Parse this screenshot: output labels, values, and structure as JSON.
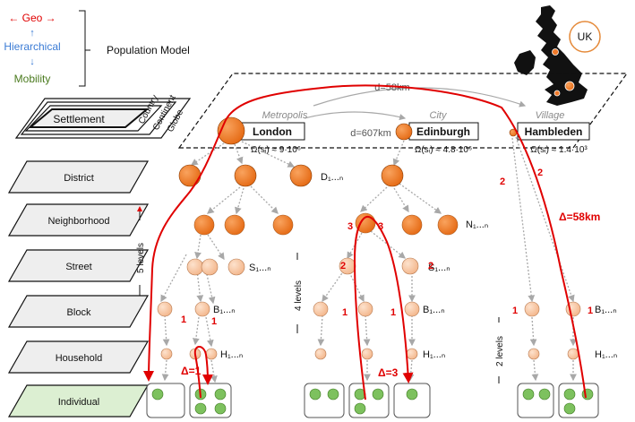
{
  "legend": {
    "geo": "← Geo →",
    "hierarchical": "Hierarchical",
    "up_arrow": "↑",
    "down_arrow": "↓",
    "mobility": "Mobility",
    "population_model": "Population Model",
    "colors": {
      "geo": "#e00000",
      "hierarchical": "#3a7bd5",
      "mobility": "#4a7a1e"
    }
  },
  "nested_boxes": {
    "settlement": "Settlement",
    "country": "Country",
    "continent": "Continent",
    "globe": "Globe"
  },
  "levels": [
    "District",
    "Neighborhood",
    "Street",
    "Block",
    "Household",
    "Individual"
  ],
  "map": {
    "country_label": "UK"
  },
  "settlements": [
    {
      "category": "Metropolis",
      "name": "London",
      "omega": "Ω(sᵢ) ≈ 9·10⁶"
    },
    {
      "category": "City",
      "name": "Edinburgh",
      "omega": "Ω(sᵢ) ≈ 4.8·10⁵"
    },
    {
      "category": "Village",
      "name": "Hambleden",
      "omega": "Ω(sᵢ) ≈ 1.4·10³"
    }
  ],
  "distances": {
    "london_hambleden": "d=58km",
    "london_edinburgh": "d=607km",
    "delta_58": "Δ=58km"
  },
  "node_labels": {
    "district": "D₁...ₙ",
    "neighborhood": "N₁...ₙ",
    "street": "S₁...ₙ",
    "block": "B₁...ₙ",
    "household": "H₁...ₙ"
  },
  "level_spans": {
    "five": "5 levels",
    "four": "4 levels",
    "two": "2 levels"
  },
  "deltas": {
    "d1": "Δ=1",
    "d3": "Δ=3"
  },
  "path_counts": {
    "one": "1",
    "two": "2",
    "three": "3"
  },
  "colors": {
    "node_dark": "#f07a2a",
    "node_light": "#f7caa8",
    "individual": "#7dc15e",
    "path": "#e00000"
  }
}
